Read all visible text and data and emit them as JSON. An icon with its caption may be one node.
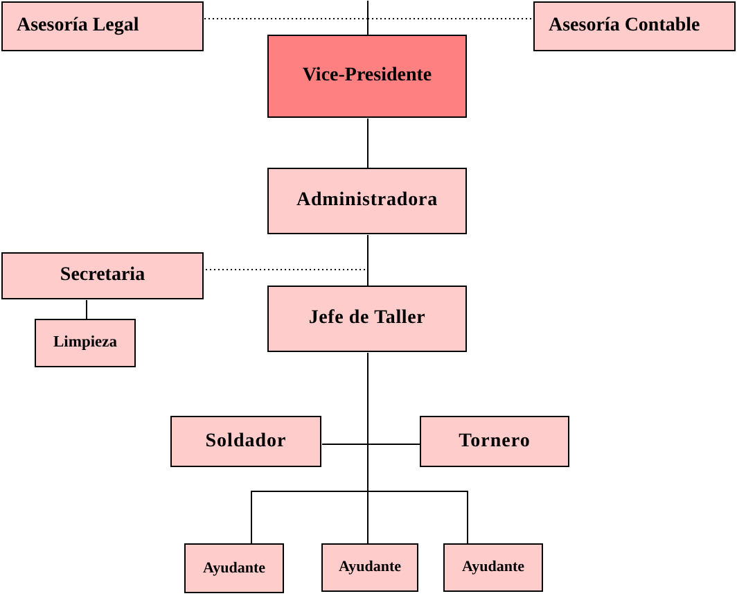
{
  "diagram": {
    "nodes": [
      {
        "text": [
          "Asesoría Legal"
        ]
      },
      {
        "text": [
          "Asesoría Contable"
        ]
      },
      {
        "text": [
          "Vice-Presidente"
        ]
      },
      {
        "text": [
          "Administradora"
        ]
      },
      {
        "text": [
          "Secretaria"
        ]
      },
      {
        "text": [
          "Jefe de Taller"
        ]
      },
      {
        "text": [
          "Limpieza"
        ]
      },
      {
        "text": [
          "Soldador"
        ]
      },
      {
        "text": [
          "Tornero"
        ]
      },
      {
        "text": [
          "Ayudante"
        ]
      },
      {
        "text": [
          "Ayudante"
        ]
      },
      {
        "text": [
          "Ayudante"
        ]
      }
    ],
    "edges": [
      {
        "from": null,
        "to": 2,
        "arrow": "none"
      },
      {
        "from": 2,
        "to": 0,
        "arrow": "none",
        "style": "dashed"
      },
      {
        "from": 2,
        "to": 1,
        "arrow": "none",
        "style": "dashed"
      },
      {
        "from": 2,
        "to": 3,
        "arrow": "none"
      },
      {
        "from": 3,
        "to": 5,
        "arrow": "none"
      },
      {
        "from": 3,
        "to": 4,
        "arrow": "none",
        "style": "dashed"
      },
      {
        "from": 4,
        "to": 6,
        "arrow": "none"
      },
      {
        "from": 5,
        "to": 7,
        "arrow": "none"
      },
      {
        "from": 5,
        "to": 8,
        "arrow": "none"
      },
      {
        "from": 5,
        "to": 9,
        "arrow": "none"
      },
      {
        "from": 5,
        "to": 10,
        "arrow": "none"
      },
      {
        "from": 5,
        "to": 11,
        "arrow": "none"
      }
    ]
  }
}
